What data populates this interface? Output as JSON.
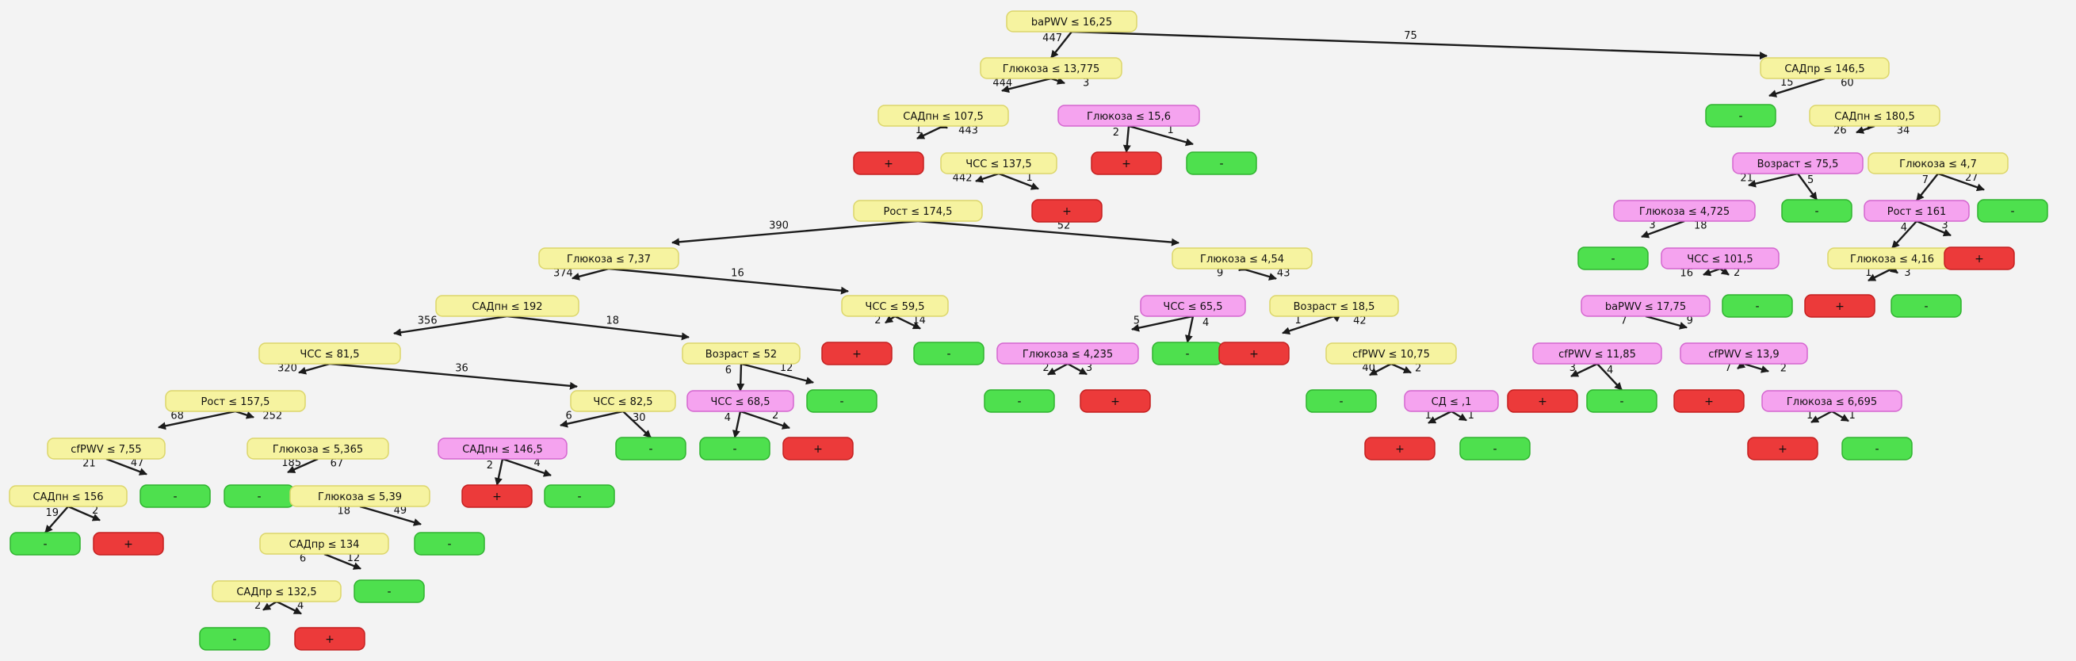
{
  "palette": {
    "decision_yellow": "#f6f3a0",
    "decision_pink": "#f5a3ef",
    "leaf_positive": "#ec3a3a",
    "leaf_negative": "#4ee04e"
  },
  "nodes": [
    {
      "id": "n1",
      "label": "baPWV ≤ 16,25",
      "color": "yellow"
    },
    {
      "id": "n2",
      "label": "Глюкоза ≤ 13,775",
      "color": "yellow"
    },
    {
      "id": "n3",
      "label": "САДпр ≤ 146,5",
      "color": "yellow"
    },
    {
      "id": "n4",
      "label": "САДпн ≤ 107,5",
      "color": "yellow"
    },
    {
      "id": "n5",
      "label": "Глюкоза ≤ 15,6",
      "color": "pink"
    },
    {
      "id": "n6",
      "label": "-",
      "color": "green"
    },
    {
      "id": "n7",
      "label": "САДпн ≤ 180,5",
      "color": "yellow"
    },
    {
      "id": "n8",
      "label": "+",
      "color": "red"
    },
    {
      "id": "n9",
      "label": "ЧСС ≤ 137,5",
      "color": "yellow"
    },
    {
      "id": "n10",
      "label": "+",
      "color": "red"
    },
    {
      "id": "n11",
      "label": "-",
      "color": "green"
    },
    {
      "id": "n12",
      "label": "Возраст ≤ 75,5",
      "color": "pink"
    },
    {
      "id": "n13",
      "label": "Глюкоза ≤ 4,7",
      "color": "yellow"
    },
    {
      "id": "n14",
      "label": "Рост ≤ 174,5",
      "color": "yellow"
    },
    {
      "id": "n15",
      "label": "+",
      "color": "red"
    },
    {
      "id": "n16",
      "label": "Глюкоза ≤ 4,725",
      "color": "pink"
    },
    {
      "id": "n17",
      "label": "-",
      "color": "green"
    },
    {
      "id": "n18",
      "label": "Рост ≤ 161",
      "color": "pink"
    },
    {
      "id": "n19",
      "label": "-",
      "color": "green"
    },
    {
      "id": "n20",
      "label": "Глюкоза ≤ 7,37",
      "color": "yellow"
    },
    {
      "id": "n21",
      "label": "Глюкоза ≤ 4,54",
      "color": "yellow"
    },
    {
      "id": "n22",
      "label": "-",
      "color": "green"
    },
    {
      "id": "n23",
      "label": "ЧСС ≤ 101,5",
      "color": "pink"
    },
    {
      "id": "n24",
      "label": "Глюкоза ≤ 4,16",
      "color": "yellow"
    },
    {
      "id": "n25",
      "label": "+",
      "color": "red"
    },
    {
      "id": "n26",
      "label": "САДпн ≤ 192",
      "color": "yellow"
    },
    {
      "id": "n27",
      "label": "ЧСС ≤ 59,5",
      "color": "yellow"
    },
    {
      "id": "n28",
      "label": "ЧСС ≤ 65,5",
      "color": "pink"
    },
    {
      "id": "n29",
      "label": "Возраст ≤ 18,5",
      "color": "yellow"
    },
    {
      "id": "n30",
      "label": "baPWV ≤ 17,75",
      "color": "pink"
    },
    {
      "id": "n31",
      "label": "-",
      "color": "green"
    },
    {
      "id": "n32",
      "label": "+",
      "color": "red"
    },
    {
      "id": "n33",
      "label": "-",
      "color": "green"
    },
    {
      "id": "n34",
      "label": "ЧСС ≤ 81,5",
      "color": "yellow"
    },
    {
      "id": "n35",
      "label": "Возраст ≤ 52",
      "color": "yellow"
    },
    {
      "id": "n36",
      "label": "+",
      "color": "red"
    },
    {
      "id": "n37",
      "label": "-",
      "color": "green"
    },
    {
      "id": "n38",
      "label": "Глюкоза ≤ 4,235",
      "color": "pink"
    },
    {
      "id": "n39",
      "label": "-",
      "color": "green"
    },
    {
      "id": "n40",
      "label": "+",
      "color": "red"
    },
    {
      "id": "n41",
      "label": "cfPWV ≤ 10,75",
      "color": "yellow"
    },
    {
      "id": "n42",
      "label": "cfPWV ≤ 11,85",
      "color": "pink"
    },
    {
      "id": "n43",
      "label": "cfPWV ≤ 13,9",
      "color": "pink"
    },
    {
      "id": "n44",
      "label": "Рост ≤ 157,5",
      "color": "yellow"
    },
    {
      "id": "n45",
      "label": "ЧСС ≤ 82,5",
      "color": "yellow"
    },
    {
      "id": "n46",
      "label": "ЧСС ≤ 68,5",
      "color": "pink"
    },
    {
      "id": "n47",
      "label": "-",
      "color": "green"
    },
    {
      "id": "n48",
      "label": "-",
      "color": "green"
    },
    {
      "id": "n49",
      "label": "+",
      "color": "red"
    },
    {
      "id": "n50",
      "label": "-",
      "color": "green"
    },
    {
      "id": "n51",
      "label": "СД ≤ ,1",
      "color": "pink"
    },
    {
      "id": "n52",
      "label": "+",
      "color": "red"
    },
    {
      "id": "n53",
      "label": "-",
      "color": "green"
    },
    {
      "id": "n54",
      "label": "+",
      "color": "red"
    },
    {
      "id": "n55",
      "label": "Глюкоза ≤ 6,695",
      "color": "pink"
    },
    {
      "id": "n56",
      "label": "cfPWV ≤ 7,55",
      "color": "yellow"
    },
    {
      "id": "n57",
      "label": "Глюкоза ≤ 5,365",
      "color": "yellow"
    },
    {
      "id": "n58",
      "label": "САДпн ≤ 146,5",
      "color": "pink"
    },
    {
      "id": "n59",
      "label": "-",
      "color": "green"
    },
    {
      "id": "n60",
      "label": "-",
      "color": "green"
    },
    {
      "id": "n61",
      "label": "+",
      "color": "red"
    },
    {
      "id": "n62",
      "label": "+",
      "color": "red"
    },
    {
      "id": "n63",
      "label": "-",
      "color": "green"
    },
    {
      "id": "n64",
      "label": "+",
      "color": "red"
    },
    {
      "id": "n65",
      "label": "-",
      "color": "green"
    },
    {
      "id": "n66",
      "label": "САДпн ≤ 156",
      "color": "yellow"
    },
    {
      "id": "n67",
      "label": "-",
      "color": "green"
    },
    {
      "id": "n68",
      "label": "-",
      "color": "green"
    },
    {
      "id": "n69",
      "label": "Глюкоза ≤ 5,39",
      "color": "yellow"
    },
    {
      "id": "n70",
      "label": "+",
      "color": "red"
    },
    {
      "id": "n71",
      "label": "-",
      "color": "green"
    },
    {
      "id": "n72",
      "label": "-",
      "color": "green"
    },
    {
      "id": "n73",
      "label": "+",
      "color": "red"
    },
    {
      "id": "n74",
      "label": "САДпр ≤ 134",
      "color": "yellow"
    },
    {
      "id": "n75",
      "label": "-",
      "color": "green"
    },
    {
      "id": "n76",
      "label": "САДпр ≤ 132,5",
      "color": "yellow"
    },
    {
      "id": "n77",
      "label": "-",
      "color": "green"
    },
    {
      "id": "n78",
      "label": "-",
      "color": "green"
    },
    {
      "id": "n79",
      "label": "+",
      "color": "red"
    }
  ],
  "edges": [
    {
      "from": "n1",
      "to": "n2",
      "label": "447"
    },
    {
      "from": "n1",
      "to": "n3",
      "label": "75"
    },
    {
      "from": "n2",
      "to": "n4",
      "label": "444"
    },
    {
      "from": "n2",
      "to": "n5",
      "label": "3"
    },
    {
      "from": "n3",
      "to": "n6",
      "label": "15"
    },
    {
      "from": "n3",
      "to": "n7",
      "label": "60"
    },
    {
      "from": "n4",
      "to": "n8",
      "label": "1"
    },
    {
      "from": "n4",
      "to": "n9",
      "label": "443"
    },
    {
      "from": "n5",
      "to": "n10",
      "label": "2"
    },
    {
      "from": "n5",
      "to": "n11",
      "label": "1"
    },
    {
      "from": "n7",
      "to": "n12",
      "label": "26"
    },
    {
      "from": "n7",
      "to": "n13",
      "label": "34"
    },
    {
      "from": "n9",
      "to": "n14",
      "label": "442"
    },
    {
      "from": "n9",
      "to": "n15",
      "label": "1"
    },
    {
      "from": "n12",
      "to": "n16",
      "label": "21"
    },
    {
      "from": "n12",
      "to": "n17",
      "label": "5"
    },
    {
      "from": "n13",
      "to": "n18",
      "label": "7"
    },
    {
      "from": "n13",
      "to": "n19",
      "label": "27"
    },
    {
      "from": "n14",
      "to": "n20",
      "label": "390"
    },
    {
      "from": "n14",
      "to": "n21",
      "label": "52"
    },
    {
      "from": "n16",
      "to": "n22",
      "label": "3"
    },
    {
      "from": "n16",
      "to": "n23",
      "label": "18"
    },
    {
      "from": "n18",
      "to": "n24",
      "label": "4"
    },
    {
      "from": "n18",
      "to": "n25",
      "label": "3"
    },
    {
      "from": "n20",
      "to": "n26",
      "label": "374"
    },
    {
      "from": "n20",
      "to": "n27",
      "label": "16"
    },
    {
      "from": "n21",
      "to": "n28",
      "label": "9"
    },
    {
      "from": "n21",
      "to": "n29",
      "label": "43"
    },
    {
      "from": "n23",
      "to": "n30",
      "label": "16"
    },
    {
      "from": "n23",
      "to": "n31",
      "label": "2"
    },
    {
      "from": "n24",
      "to": "n32",
      "label": "1"
    },
    {
      "from": "n24",
      "to": "n33",
      "label": "3"
    },
    {
      "from": "n26",
      "to": "n34",
      "label": "356"
    },
    {
      "from": "n26",
      "to": "n35",
      "label": "18"
    },
    {
      "from": "n27",
      "to": "n36",
      "label": "2"
    },
    {
      "from": "n27",
      "to": "n37",
      "label": "14"
    },
    {
      "from": "n28",
      "to": "n38",
      "label": "5"
    },
    {
      "from": "n28",
      "to": "n39",
      "label": "4"
    },
    {
      "from": "n29",
      "to": "n40",
      "label": "1"
    },
    {
      "from": "n29",
      "to": "n41",
      "label": "42"
    },
    {
      "from": "n30",
      "to": "n42",
      "label": "7"
    },
    {
      "from": "n30",
      "to": "n43",
      "label": "9"
    },
    {
      "from": "n34",
      "to": "n44",
      "label": "320"
    },
    {
      "from": "n34",
      "to": "n45",
      "label": "36"
    },
    {
      "from": "n35",
      "to": "n46",
      "label": "6"
    },
    {
      "from": "n35",
      "to": "n47",
      "label": "12"
    },
    {
      "from": "n38",
      "to": "n48",
      "label": "2"
    },
    {
      "from": "n38",
      "to": "n49",
      "label": "3"
    },
    {
      "from": "n41",
      "to": "n50",
      "label": "40"
    },
    {
      "from": "n41",
      "to": "n51",
      "label": "2"
    },
    {
      "from": "n42",
      "to": "n52",
      "label": "3"
    },
    {
      "from": "n42",
      "to": "n53",
      "label": "4"
    },
    {
      "from": "n43",
      "to": "n54",
      "label": "7"
    },
    {
      "from": "n43",
      "to": "n55",
      "label": "2"
    },
    {
      "from": "n44",
      "to": "n56",
      "label": "68"
    },
    {
      "from": "n44",
      "to": "n57",
      "label": "252"
    },
    {
      "from": "n45",
      "to": "n58",
      "label": "6"
    },
    {
      "from": "n45",
      "to": "n59",
      "label": "30"
    },
    {
      "from": "n46",
      "to": "n60",
      "label": "4"
    },
    {
      "from": "n46",
      "to": "n61",
      "label": "2"
    },
    {
      "from": "n51",
      "to": "n62",
      "label": "1"
    },
    {
      "from": "n51",
      "to": "n63",
      "label": "1"
    },
    {
      "from": "n55",
      "to": "n64",
      "label": "1"
    },
    {
      "from": "n55",
      "to": "n65",
      "label": "1"
    },
    {
      "from": "n56",
      "to": "n66",
      "label": "21"
    },
    {
      "from": "n56",
      "to": "n67",
      "label": "47"
    },
    {
      "from": "n57",
      "to": "n68",
      "label": "185"
    },
    {
      "from": "n57",
      "to": "n69",
      "label": "67"
    },
    {
      "from": "n58",
      "to": "n70",
      "label": "2"
    },
    {
      "from": "n58",
      "to": "n71",
      "label": "4"
    },
    {
      "from": "n66",
      "to": "n72",
      "label": "19"
    },
    {
      "from": "n66",
      "to": "n73",
      "label": "2"
    },
    {
      "from": "n69",
      "to": "n74",
      "label": "18"
    },
    {
      "from": "n69",
      "to": "n75",
      "label": "49"
    },
    {
      "from": "n74",
      "to": "n76",
      "label": "6"
    },
    {
      "from": "n74",
      "to": "n77",
      "label": "12"
    },
    {
      "from": "n76",
      "to": "n78",
      "label": "2"
    },
    {
      "from": "n76",
      "to": "n79",
      "label": "4"
    }
  ]
}
